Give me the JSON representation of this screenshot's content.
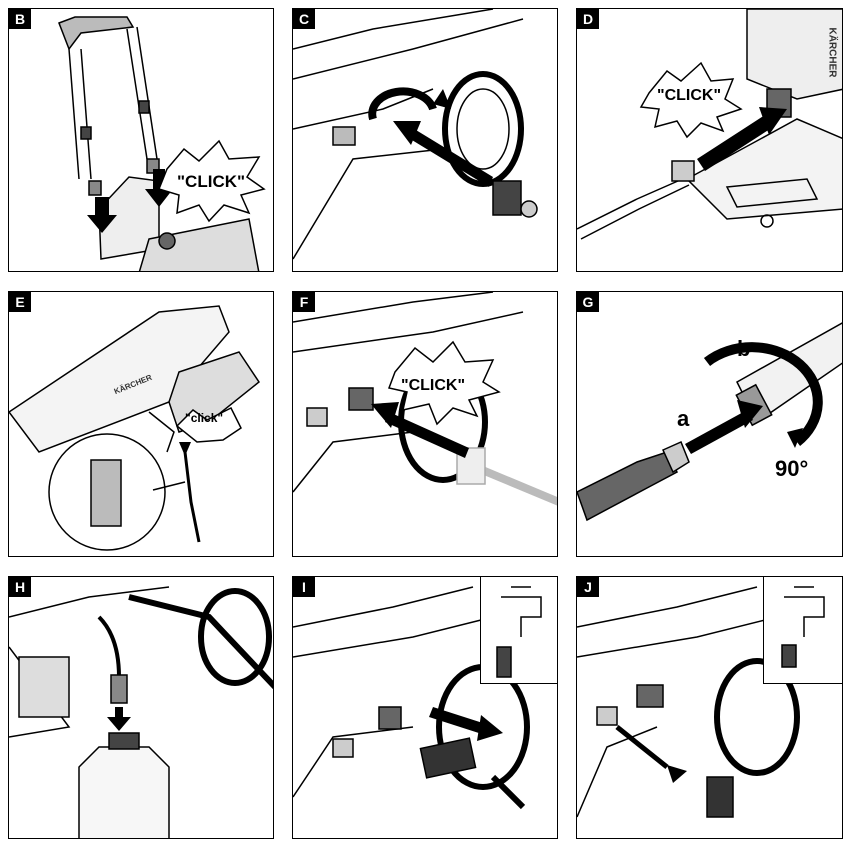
{
  "panels": {
    "B": {
      "label": "B",
      "callout": "\"CLICK\""
    },
    "C": {
      "label": "C"
    },
    "D": {
      "label": "D",
      "callout": "\"CLICK\"",
      "brand": "KÄRCHER"
    },
    "E": {
      "label": "E",
      "callout": "\"click\"",
      "brand": "KÄRCHER"
    },
    "F": {
      "label": "F",
      "callout": "\"CLICK\""
    },
    "G": {
      "label": "G",
      "step_a": "a",
      "step_b": "b",
      "angle": "90°"
    },
    "H": {
      "label": "H"
    },
    "I": {
      "label": "I"
    },
    "J": {
      "label": "J"
    }
  }
}
